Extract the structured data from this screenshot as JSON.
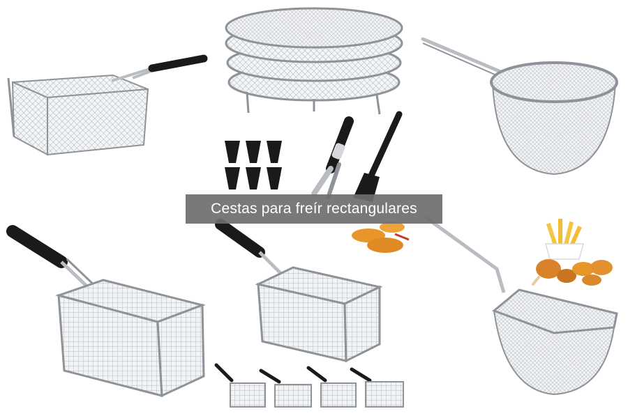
{
  "caption": {
    "text": "Cestas para freír rectangulares"
  },
  "colors": {
    "background": "#ffffff",
    "caption_bg": "#6e6e6e",
    "caption_text": "#ffffff",
    "steel": "#b9bdc2",
    "steel_dark": "#8e9399",
    "handle": "#1a1a1a",
    "food": "#e8962a",
    "fries": "#f4c542"
  },
  "products": [
    "rectangular-fry-basket-top-left",
    "round-air-fryer-racks-stack",
    "round-strainer-basket",
    "silicone-feet-set",
    "tongs",
    "basting-brush",
    "large-rectangular-fry-basket",
    "medium-rectangular-fry-basket",
    "mini-fry-baskets-set",
    "serving-fry-basket-with-food"
  ]
}
